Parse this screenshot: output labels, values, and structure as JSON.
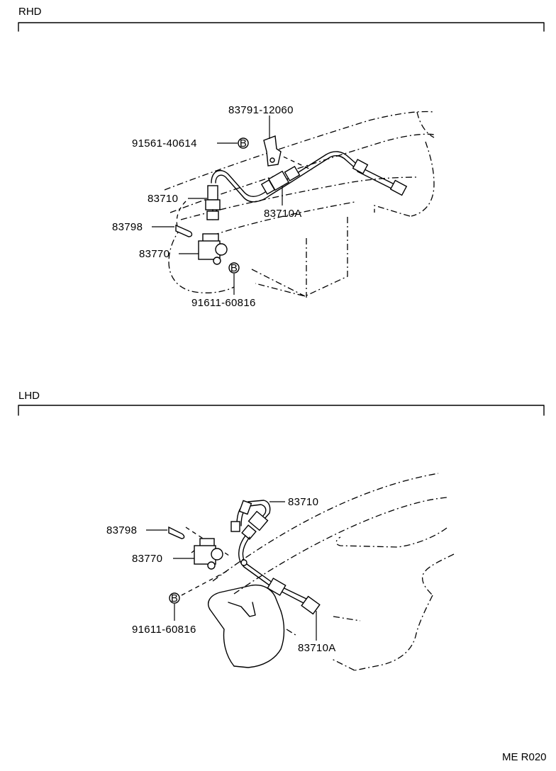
{
  "sections": {
    "rhd": {
      "title": "RHD",
      "parts": {
        "bracket": "83791-12060",
        "bolt_upper": "91561-40614",
        "hose": "83710",
        "cable_a": "83710A",
        "clip": "83798",
        "adapter": "83770",
        "bolt_lower": "91611-60816"
      }
    },
    "lhd": {
      "title": "LHD",
      "parts": {
        "hose": "83710",
        "clip": "83798",
        "adapter": "83770",
        "bolt": "91611-60816",
        "cable_a": "83710A"
      }
    }
  },
  "bolt_marker": "B",
  "footer_code": "ME R020"
}
